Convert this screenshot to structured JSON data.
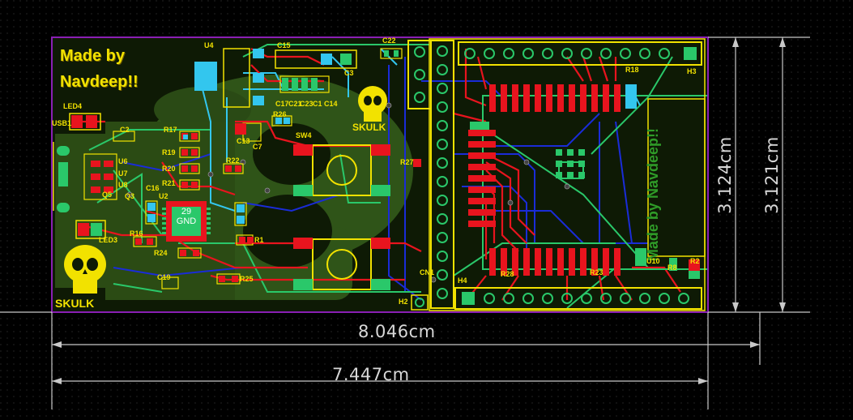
{
  "dimensions": {
    "width_outer": "8.046cm",
    "width_inner": "7.447cm",
    "height_a": "3.124cm",
    "height_b": "3.121cm"
  },
  "board_text": {
    "maker_line1": "Made by",
    "maker_line2": "Navdeep!!",
    "logo_text": "SKULK",
    "mirrored_line1": "Made by",
    "mirrored_line2": "Navdeep!!",
    "chip_pin": "29",
    "chip_net": "GND"
  },
  "designators": [
    "U4",
    "C15",
    "C22",
    "C3",
    "C17",
    "C21",
    "C1",
    "C14",
    "C23",
    "R26",
    "C7",
    "C13",
    "SW4",
    "LED4",
    "USB1",
    "C2",
    "R17",
    "R19",
    "R20",
    "R21",
    "R22",
    "U6",
    "U7",
    "U8",
    "Q5",
    "Q3",
    "C16",
    "U2",
    "LED3",
    "R16",
    "R24",
    "C19",
    "R25",
    "R1",
    "R27",
    "CN1",
    "H2",
    "H4",
    "H3",
    "R18",
    "R28",
    "R23",
    "U10",
    "R8",
    "R2"
  ],
  "colors": {
    "background": "#000000",
    "board_fill": "#2b4b14",
    "outline": "#8a1fb4",
    "silkscreen": "#f2e200",
    "top_copper": "#e8141e",
    "bottom_copper": "#1a2cd8",
    "inner_trace": "#2ac86a",
    "cyan_trace": "#33c6ee",
    "dimension": "#d0d0d0"
  }
}
